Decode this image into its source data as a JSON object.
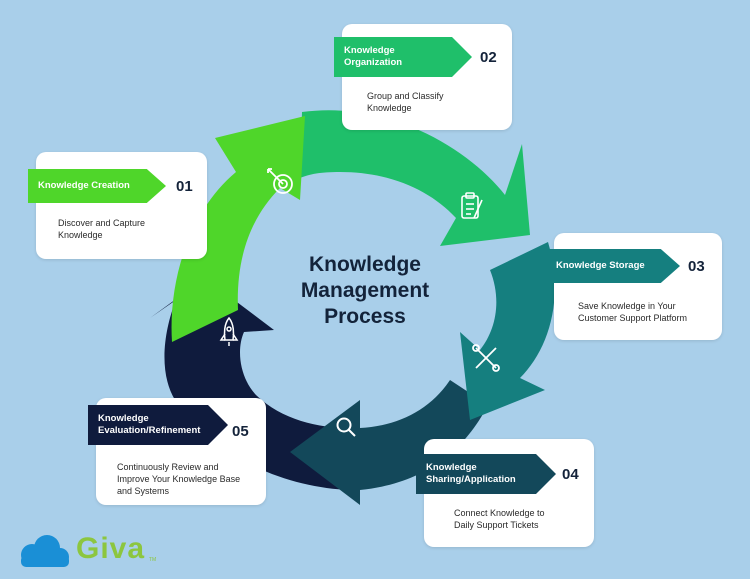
{
  "title": "Knowledge Management Process",
  "title_lines": [
    "Knowledge",
    "Management",
    "Process"
  ],
  "steps": [
    {
      "number": "01",
      "label": "Knowledge Creation",
      "label_lines": [
        "Knowledge Creation"
      ],
      "desc_lines": [
        "Discover and Capture",
        "Knowledge"
      ],
      "color": "#4fd62a",
      "icon": "target-icon"
    },
    {
      "number": "02",
      "label": "Knowledge Organization",
      "label_lines": [
        "Knowledge",
        "Organization"
      ],
      "desc_lines": [
        "Group and Classify",
        "Knowledge"
      ],
      "color": "#1fbf6a",
      "icon": "clipboard-icon"
    },
    {
      "number": "03",
      "label": "Knowledge Storage",
      "label_lines": [
        "Knowledge Storage"
      ],
      "desc_lines": [
        "Save Knowledge in Your",
        "Customer Support Platform"
      ],
      "color": "#157f7f",
      "icon": "tools-icon"
    },
    {
      "number": "04",
      "label": "Knowledge Sharing/Application",
      "label_lines": [
        "Knowledge",
        "Sharing/Application"
      ],
      "desc_lines": [
        "Connect Knowledge to",
        "Daily Support Tickets"
      ],
      "color": "#13485a",
      "icon": "search-icon"
    },
    {
      "number": "05",
      "label": "Knowledge Evaluation/Refinement",
      "label_lines": [
        "Knowledge",
        "Evaluation/Refinement"
      ],
      "desc_lines": [
        "Continuously Review and",
        "Improve Your Knowledge Base",
        "and Systems"
      ],
      "color": "#0f1b3d",
      "icon": "rocket-icon"
    }
  ],
  "logo": {
    "text": "Giva",
    "tm": "TM",
    "color": "#8cc63f",
    "cloud_color": "#1a8fd6"
  }
}
